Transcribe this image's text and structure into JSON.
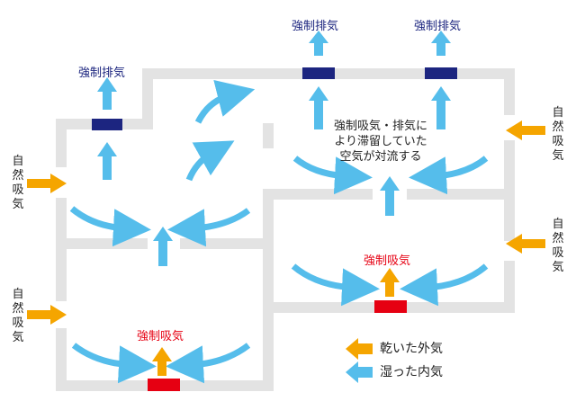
{
  "labels": {
    "exhaust_label": "強制排気",
    "intake_label": "強制吸気",
    "natural_intake": "自然吸気",
    "note": [
      "強制吸気・排気に",
      "より滞留していた",
      "空気が対流する"
    ]
  },
  "legend": {
    "dry": "乾いた外気",
    "humid": "湿った内気"
  },
  "colors": {
    "wall": "#e3e3e3",
    "exhaust_unit": "#1c2580",
    "intake_unit": "#e60012",
    "dry_air": "#f5a500",
    "humid_air": "#55bdeb",
    "exhaust_text": "#1a237e",
    "intake_text": "#e60012"
  }
}
